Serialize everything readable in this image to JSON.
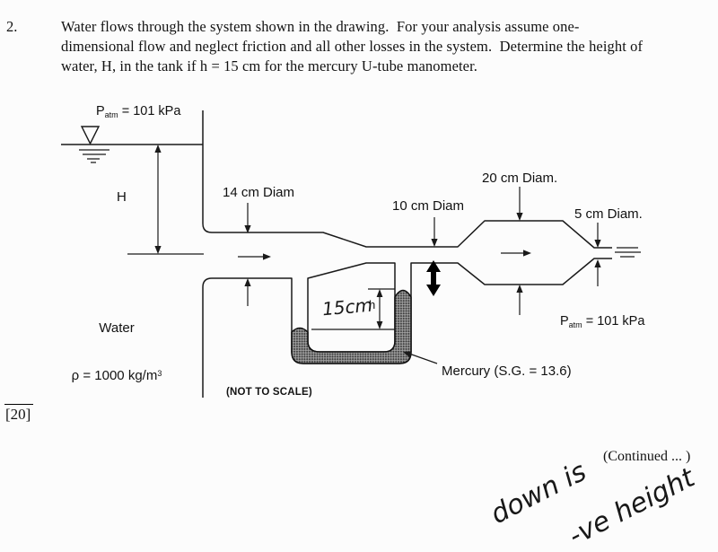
{
  "page": {
    "question_number": "2.",
    "question_lines": [
      "Water flows through the system shown in the drawing.  For your analysis assume one-",
      "dimensional flow and neglect friction and all other losses in the system.  Determine the height of",
      "water, H, in the tank if h = 15 cm for the mercury U-tube manometer."
    ],
    "marks": "[20]",
    "continued": "(Continued ... )"
  },
  "diagram": {
    "patm_left": {
      "p": "P",
      "sub": "atm",
      "rest": " = 101 kPa"
    },
    "patm_right": {
      "p": "P",
      "sub": "atm",
      "rest": " = 101 kPa"
    },
    "height_label": "H",
    "diam_14": "14 cm Diam",
    "diam_10": "10 cm Diam",
    "diam_20": "20 cm Diam.",
    "diam_5": "5 cm Diam.",
    "water_title": "Water",
    "water_density_prefix": "ρ = 1000 kg/m",
    "water_density_sup": "3",
    "h_small": "h",
    "handwritten_h_value": "15cm",
    "mercury_label": "Mercury (S.G. = 13.6)",
    "not_to_scale": "(NOT TO SCALE)"
  },
  "annotations": {
    "handwritten_line1": "down is",
    "handwritten_line2": "-ve height"
  },
  "values": {
    "p_atm_kpa": 101,
    "h_manometer_cm": 15,
    "water_density_kg_m3": 1000,
    "mercury_sg": 13.6,
    "diameters_cm": [
      14,
      10,
      20,
      5
    ],
    "marks_total": 20
  },
  "colors": {
    "ink": "#1a1a1a",
    "paper": "#fcfcfc",
    "mercury_base": "#a0a0a0",
    "mercury_dots": "#3c3c3c"
  }
}
